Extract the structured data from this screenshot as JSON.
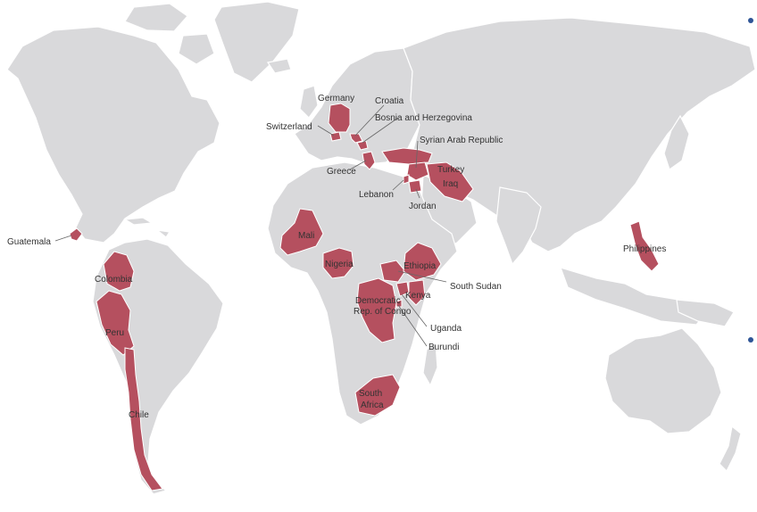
{
  "colors": {
    "background": "#ffffff",
    "land": "#d9d9db",
    "highlight": "#b5505f",
    "label_text": "#333333",
    "bullet": "#2f5597"
  },
  "labels": {
    "germany": "Germany",
    "croatia": "Croatia",
    "switzerland": "Switzerland",
    "bosnia": "Bosnia and Herzegovina",
    "syria": "Syrian Arab Republic",
    "greece": "Greece",
    "iraq": "Iraq",
    "lebanon": "Lebanon",
    "jordan": "Jordan",
    "turkey": "Turkey",
    "guatemala": "Guatemala",
    "mali": "Mali",
    "nigeria": "Nigeria",
    "ethiopia": "Ethiopia",
    "south_sudan": "South Sudan",
    "drc_line1": "Democratic",
    "drc_line2": "Rep. of Congo",
    "kenya": "Kenya",
    "uganda": "Uganda",
    "burundi": "Burundi",
    "colombia": "Colombia",
    "peru": "Peru",
    "chile": "Chile",
    "south_africa_line1": "South",
    "south_africa_line2": "Africa",
    "philippines": "Philippines"
  },
  "highlighted_countries": [
    "Germany",
    "Croatia",
    "Switzerland",
    "Bosnia and Herzegovina",
    "Syrian Arab Republic",
    "Greece",
    "Iraq",
    "Lebanon",
    "Jordan",
    "Turkey",
    "Guatemala",
    "Mali",
    "Nigeria",
    "Ethiopia",
    "South Sudan",
    "Democratic Rep. of Congo",
    "Kenya",
    "Uganda",
    "Burundi",
    "Colombia",
    "Peru",
    "Chile",
    "South Africa",
    "Philippines"
  ]
}
